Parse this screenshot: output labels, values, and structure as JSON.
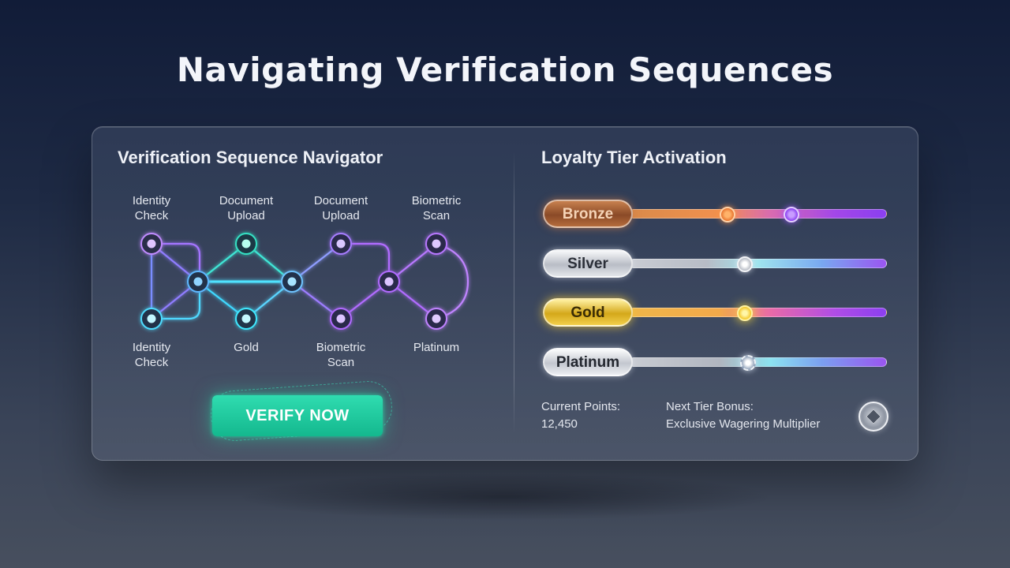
{
  "page": {
    "title": "Navigating Verification Sequences"
  },
  "navigator": {
    "title": "Verification Sequence Navigator",
    "top_labels": [
      "Identity\nCheck",
      "Document\nUpload",
      "Document\nUpload",
      "Biometric\nScan"
    ],
    "bottom_labels": [
      "Identity\nCheck",
      "Gold",
      "Biometric\nScan",
      "Platinum"
    ],
    "verify_button": "VERIFY NOW",
    "colors": {
      "cyan": "#3fe8ff",
      "purple": "#b16cff",
      "teal": "#36e0c4",
      "button": "#1fc99e"
    }
  },
  "loyalty": {
    "title": "Loyalty Tier Activation",
    "tiers": [
      {
        "name": "Bronze",
        "levels": [
          0.38,
          0.63
        ]
      },
      {
        "name": "Silver",
        "levels": [
          0.45
        ]
      },
      {
        "name": "Gold",
        "levels": [
          0.45
        ]
      },
      {
        "name": "Platinum",
        "levels": [
          0.46
        ]
      }
    ],
    "points_label": "Current Points:",
    "points_value": "12,450",
    "bonus_label": "Next Tier Bonus:",
    "bonus_value": "Exclusive Wagering Multiplier",
    "icons": {
      "bonus": "casino-chip-icon"
    }
  }
}
